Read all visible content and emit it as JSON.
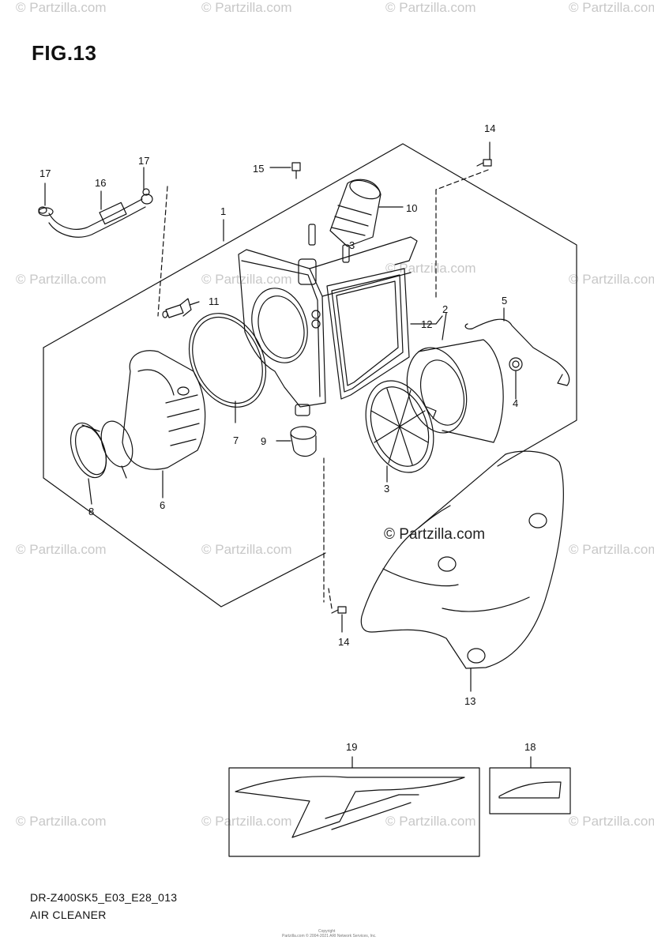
{
  "figure": {
    "title": "FIG.13"
  },
  "watermark": {
    "text": "© Partzilla.com"
  },
  "callouts": {
    "c1": "1",
    "c2": "2",
    "c3": "3",
    "c3b": "3",
    "c4": "4",
    "c5": "5",
    "c6": "6",
    "c7": "7",
    "c8": "8",
    "c9": "9",
    "c10": "10",
    "c11": "11",
    "c12": "12",
    "c13": "13",
    "c14a": "14",
    "c14b": "14",
    "c15": "15",
    "c16": "16",
    "c17a": "17",
    "c17b": "17",
    "c18": "18",
    "c19": "19"
  },
  "footer": {
    "model_code": "DR-Z400SK5_E03_E28_013",
    "section_name": "AIR CLEANER",
    "copyright_line1": "Copyright",
    "copyright_line2": "Partzilla.com © 2004-2021 ARI Network Services, Inc."
  }
}
